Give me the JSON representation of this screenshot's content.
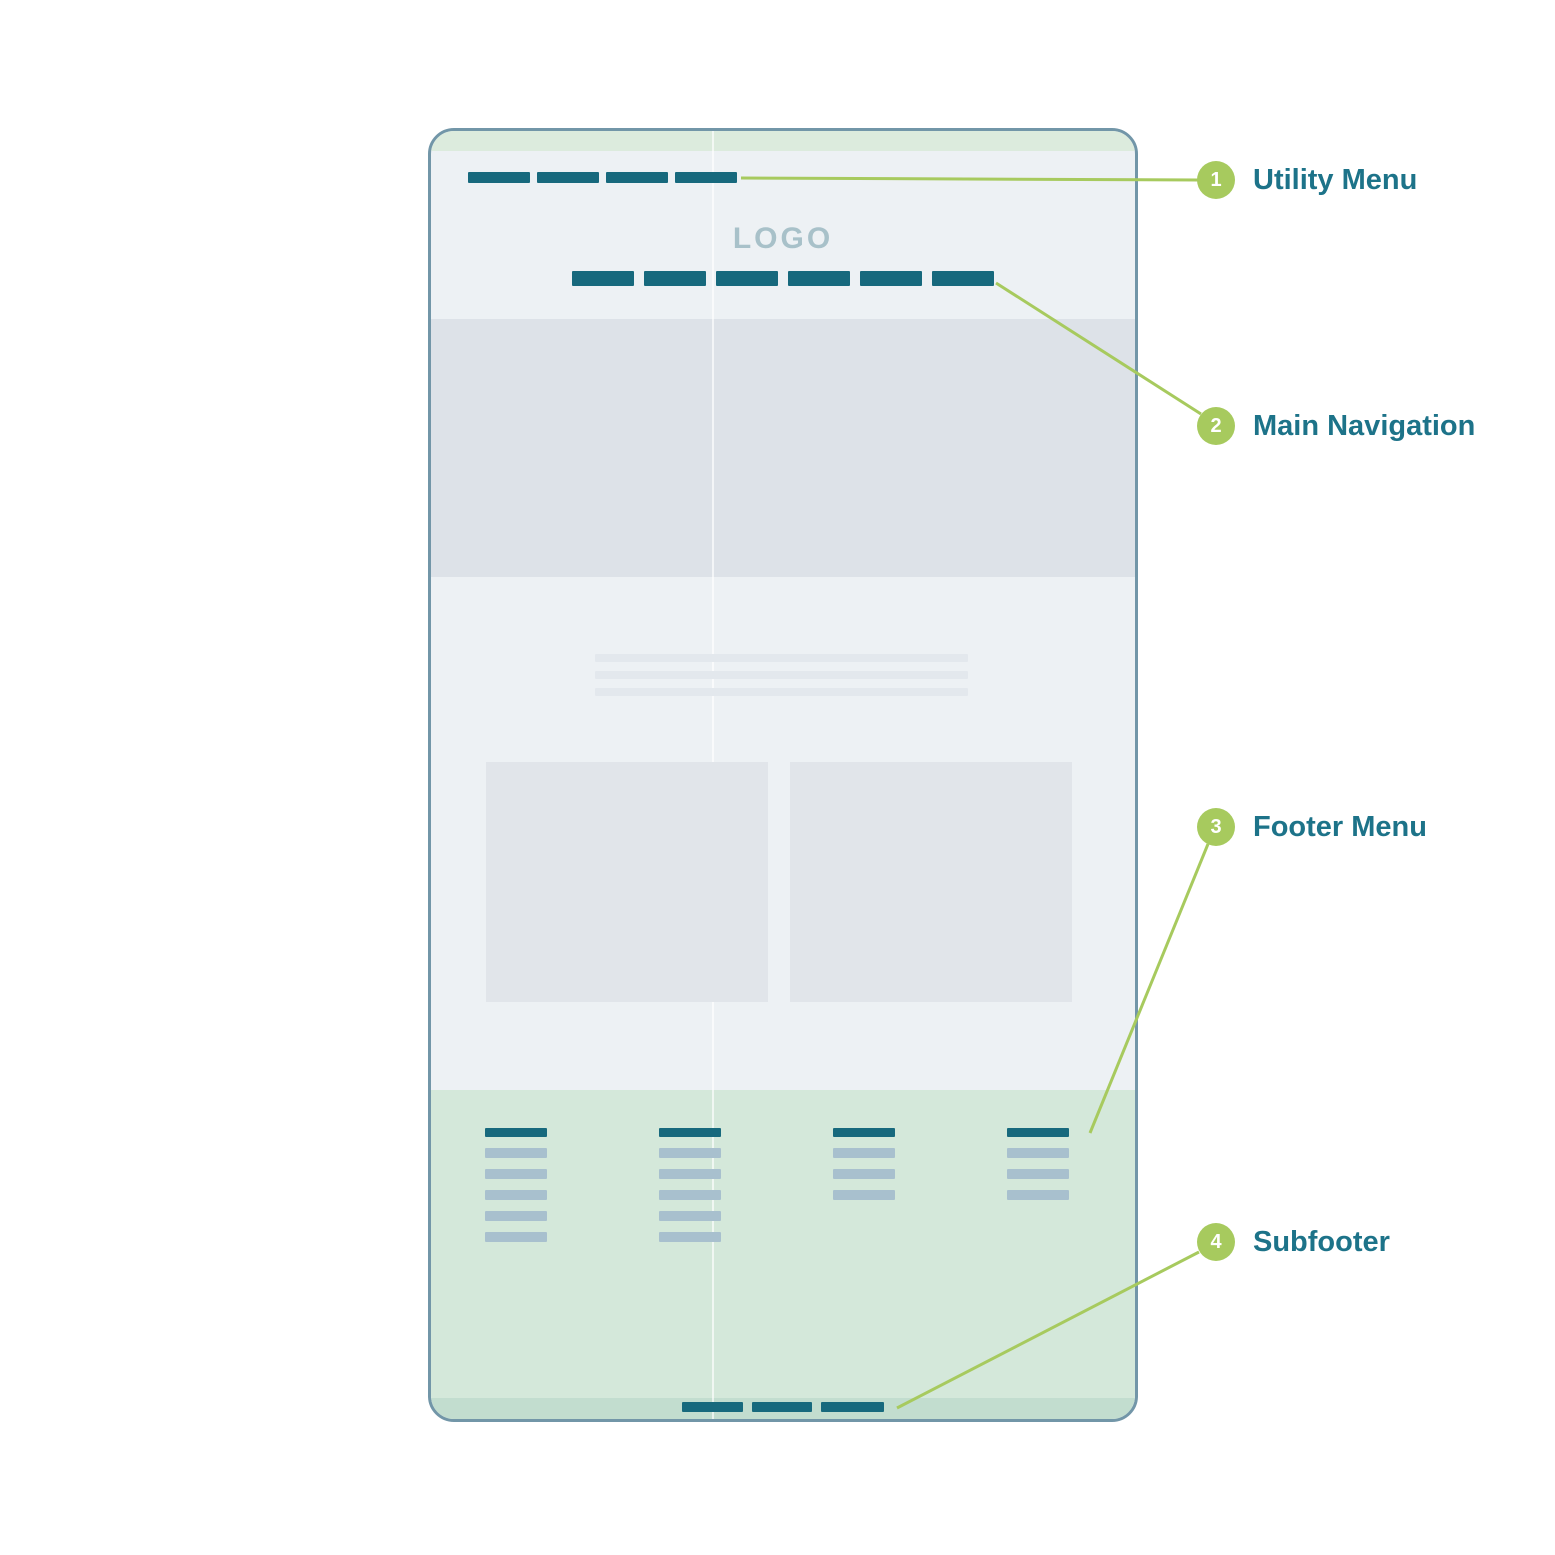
{
  "colors": {
    "accent_green": "#a7ca5e",
    "label_teal": "#1d7389",
    "bar_teal": "#17697d",
    "wireframe_border": "#7296a8",
    "top_band_green": "#dcebdd",
    "page_body_gray": "#edf1f4",
    "hero_gray": "#dde2e8",
    "content_box_gray": "#e1e5ea",
    "footer_green": "#d4e8da",
    "subfooter_green": "#c2ddcf",
    "footer_link_gray": "#a8c0ce",
    "logo_gray": "#a8c1c9"
  },
  "wireframe": {
    "logo_text": "LOGO",
    "utility_menu": {
      "item_count": 4
    },
    "main_navigation": {
      "item_count": 6
    },
    "content": {
      "text_line_count": 3,
      "box_count": 2
    },
    "footer_menu": {
      "columns": [
        {
          "link_count": 5
        },
        {
          "link_count": 5
        },
        {
          "link_count": 3
        },
        {
          "link_count": 3
        }
      ]
    },
    "subfooter": {
      "item_count": 3
    }
  },
  "annotations": [
    {
      "number": "1",
      "label": "Utility Menu"
    },
    {
      "number": "2",
      "label": "Main Navigation"
    },
    {
      "number": "3",
      "label": "Footer Menu"
    },
    {
      "number": "4",
      "label": "Subfooter"
    }
  ]
}
